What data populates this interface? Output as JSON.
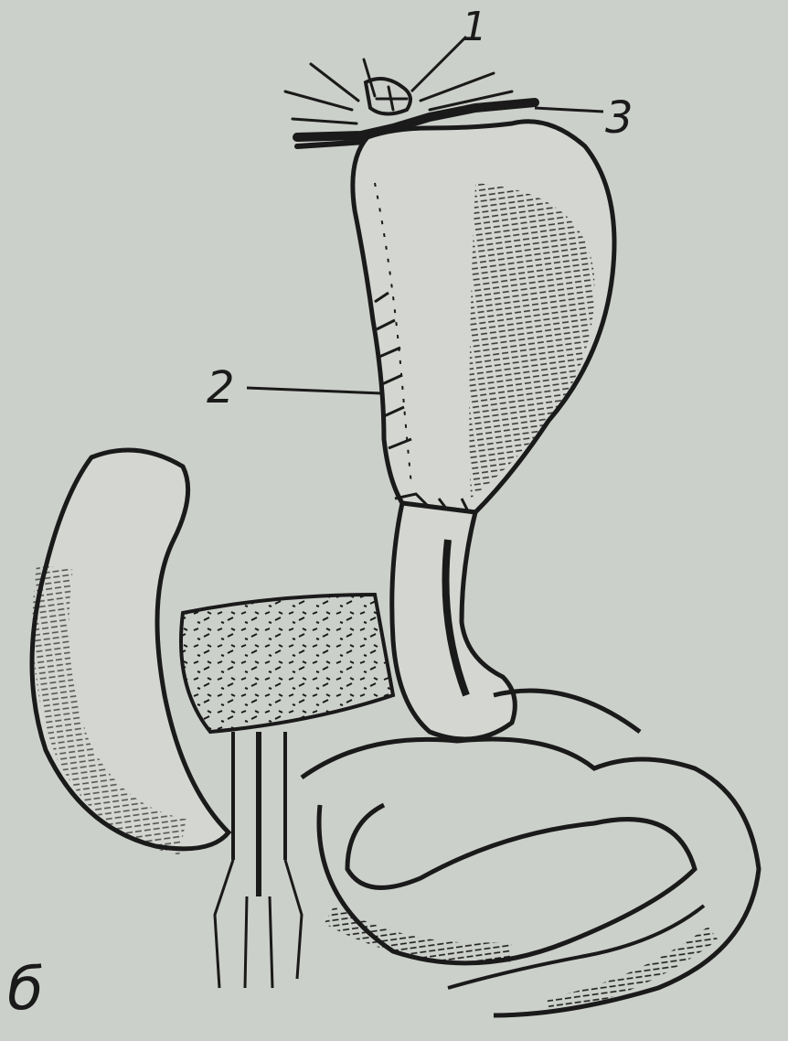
{
  "labels": {
    "one": "1",
    "two": "2",
    "three": "3",
    "figure": "б"
  },
  "colors": {
    "paper": "#ccd0ca",
    "ink": "#1a1a1a"
  }
}
